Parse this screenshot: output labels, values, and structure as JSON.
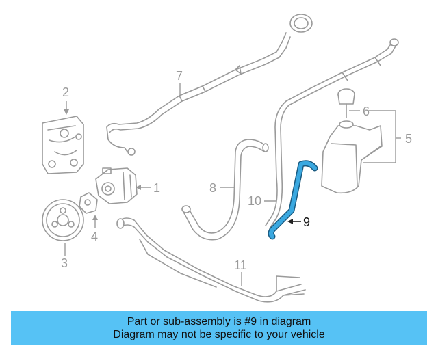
{
  "callouts": {
    "c1": "1",
    "c2": "2",
    "c3": "3",
    "c4": "4",
    "c5": "5",
    "c6": "6",
    "c7": "7",
    "c8": "8",
    "c9": "9",
    "c10": "10",
    "c11": "11"
  },
  "banner": {
    "line1": "Part or sub-assembly is #9 in diagram",
    "line2": "Diagram may not be specific to your vehicle"
  },
  "colors": {
    "highlight": "#3aa8e0",
    "banner_bg": "#56c2f5",
    "part_stroke": "#9a9a9a"
  }
}
